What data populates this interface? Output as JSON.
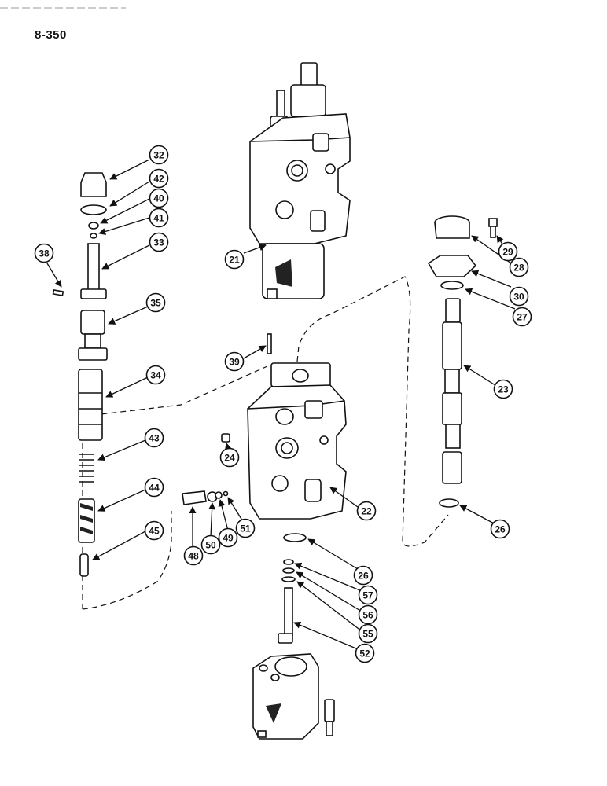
{
  "page": {
    "code": "8-350",
    "ink_color": "#111111",
    "background": "#ffffff"
  },
  "callouts": [
    "32",
    "42",
    "40",
    "41",
    "33",
    "38",
    "35",
    "34",
    "43",
    "44",
    "45",
    "21",
    "39",
    "24",
    "22",
    "48",
    "50",
    "49",
    "51",
    "29",
    "28",
    "30",
    "27",
    "23",
    "26",
    "26",
    "57",
    "56",
    "55",
    "52"
  ]
}
